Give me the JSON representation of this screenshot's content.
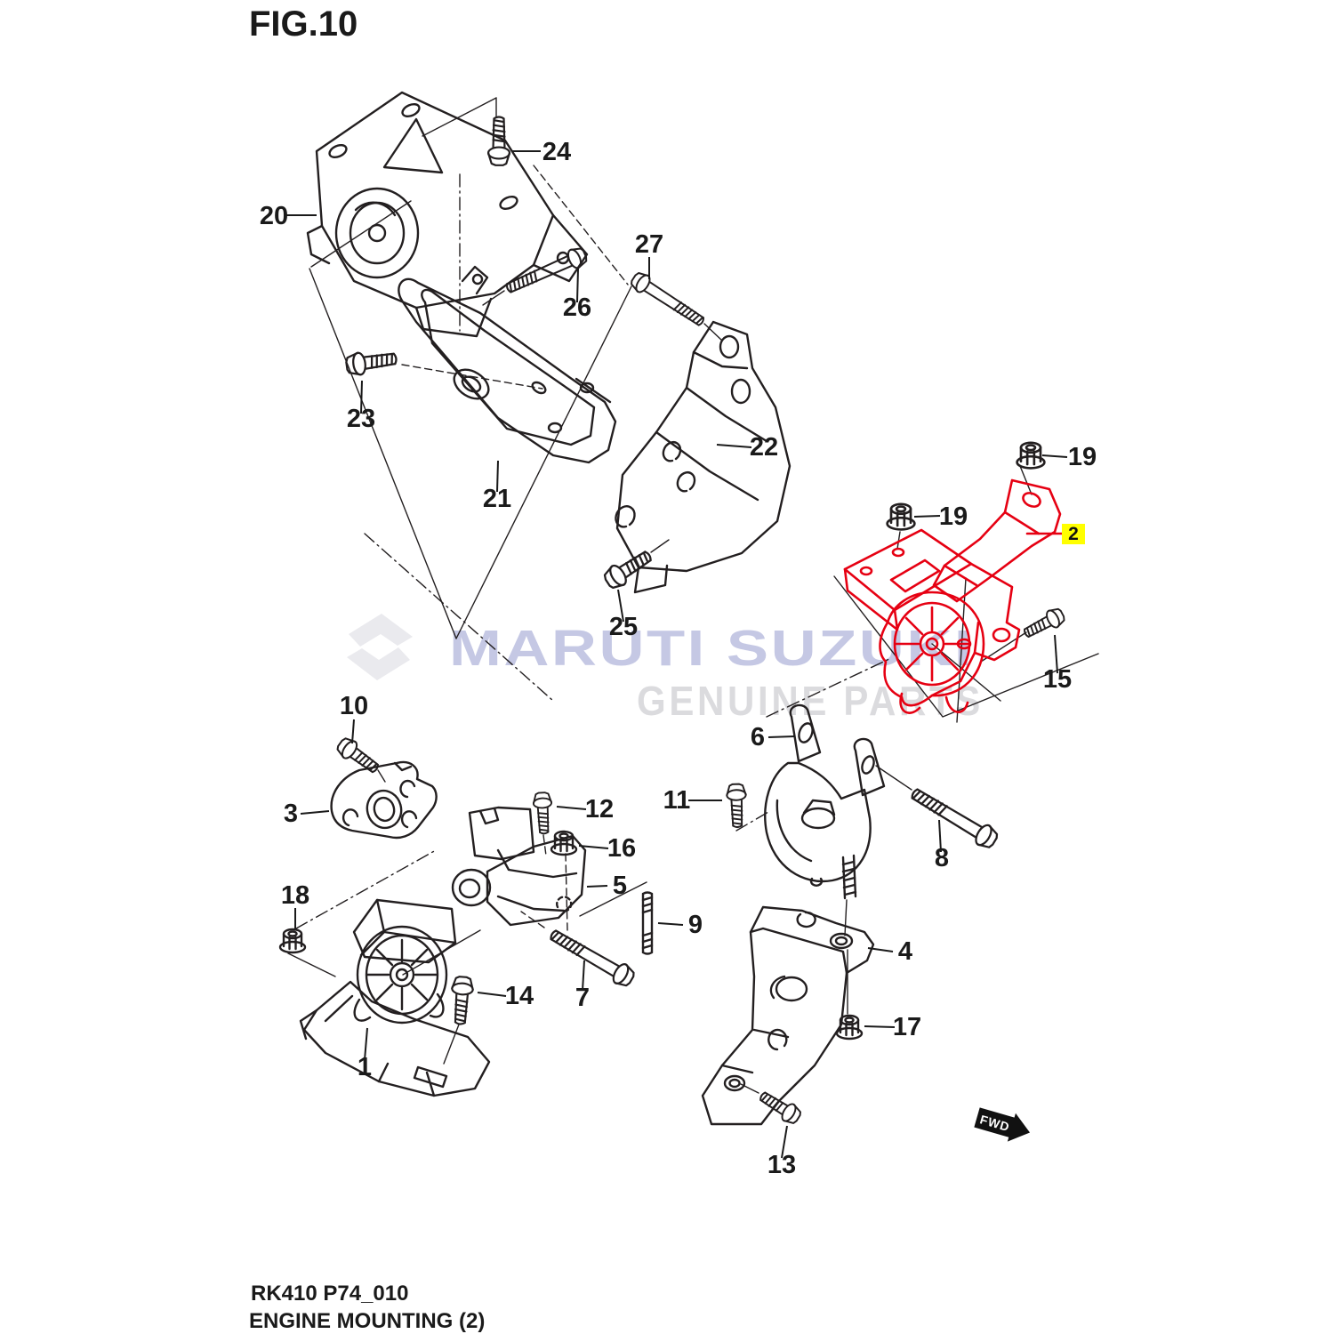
{
  "figure": {
    "title": "FIG.10"
  },
  "watermark": {
    "brand": "MARUTI SUZUKI",
    "tagline": "GENUINE PARTS"
  },
  "icons": {
    "logo": "suzuki-s-logo-icon",
    "direction": "fwd-arrow-icon"
  },
  "direction_indicator": {
    "label": "FWD"
  },
  "footer": {
    "drawing_code": "RK410 P74_010",
    "drawing_title": "ENGINE MOUNTING (2)"
  },
  "highlighted_callout": {
    "label": "2",
    "background": "#ffff00",
    "text_color": "#111111"
  },
  "colors": {
    "line": "#231f20",
    "highlight_part": "#e60012",
    "highlight_bg": "#ffff00",
    "watermark_brand": "#c5c8e4",
    "watermark_tagline": "#dbdbde",
    "watermark_logo": "#eaeaee",
    "background": "#ffffff"
  },
  "callouts": [
    {
      "label": "24"
    },
    {
      "label": "20"
    },
    {
      "label": "26"
    },
    {
      "label": "27"
    },
    {
      "label": "23"
    },
    {
      "label": "21"
    },
    {
      "label": "22"
    },
    {
      "label": "25"
    },
    {
      "label": "19"
    },
    {
      "label": "19"
    },
    {
      "label": "15"
    },
    {
      "label": "10"
    },
    {
      "label": "3"
    },
    {
      "label": "12"
    },
    {
      "label": "16"
    },
    {
      "label": "11"
    },
    {
      "label": "6"
    },
    {
      "label": "8"
    },
    {
      "label": "5"
    },
    {
      "label": "18"
    },
    {
      "label": "9"
    },
    {
      "label": "7"
    },
    {
      "label": "14"
    },
    {
      "label": "1"
    },
    {
      "label": "4"
    },
    {
      "label": "17"
    },
    {
      "label": "13"
    }
  ]
}
